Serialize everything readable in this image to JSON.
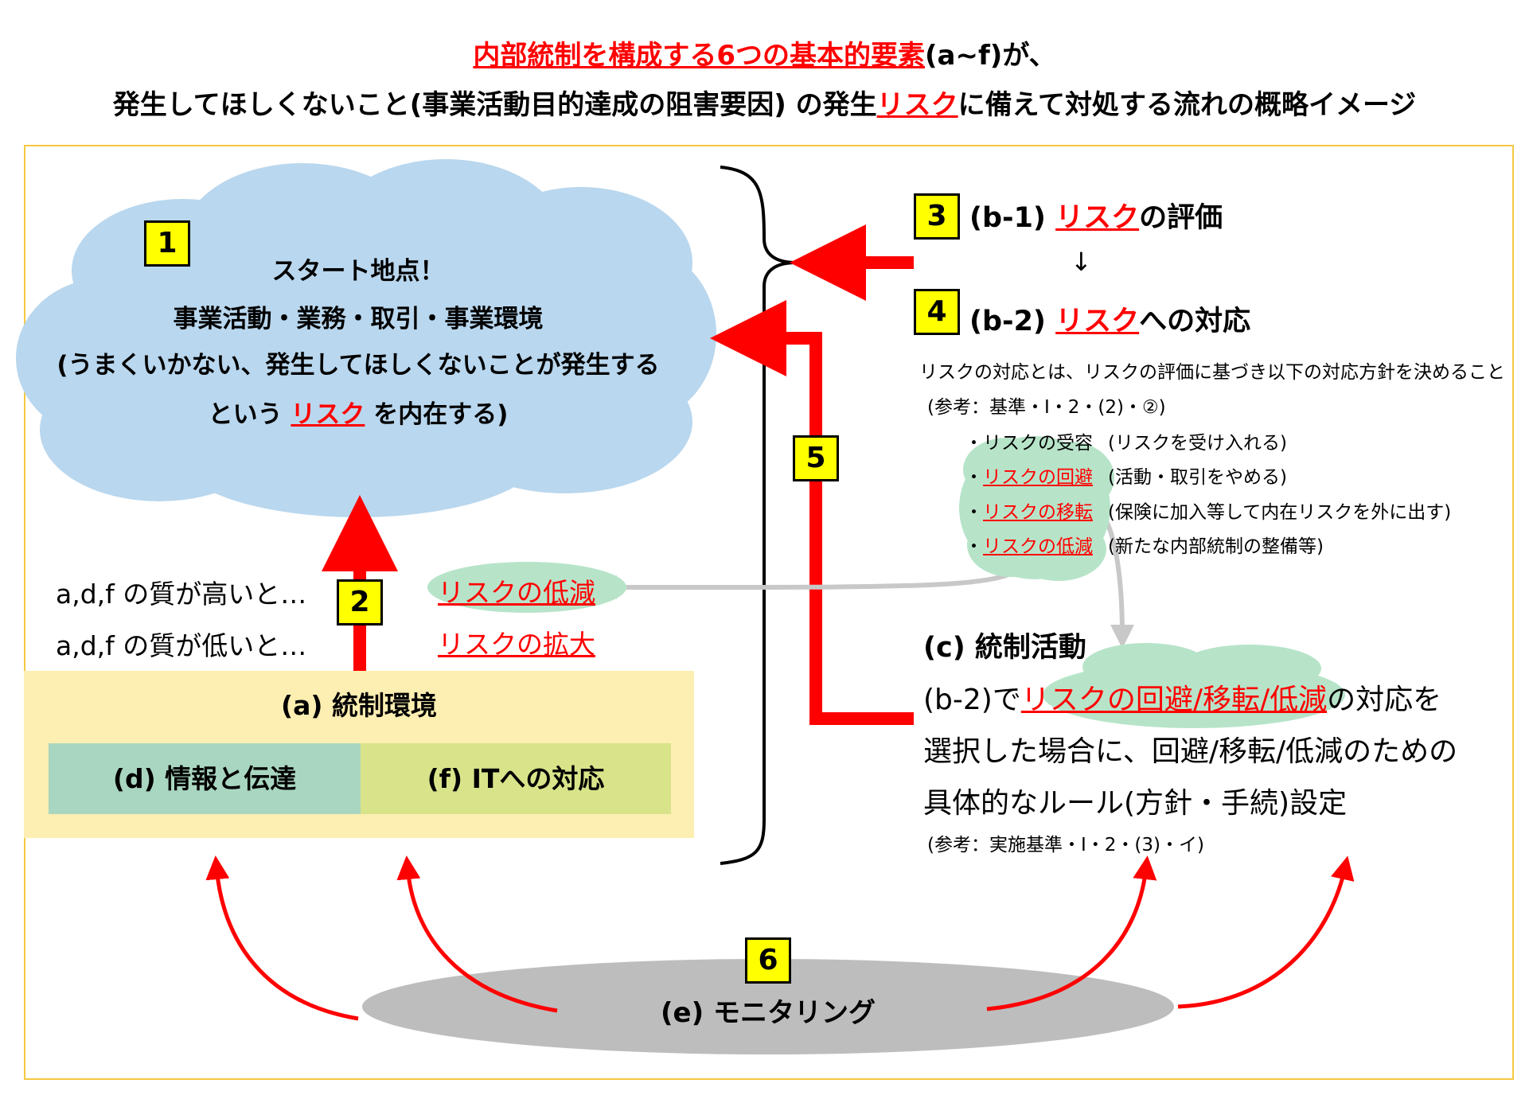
{
  "title": {
    "line1_red": "内部統制を構成する6つの基本的要素",
    "line1_rest": "(a~f)が、",
    "line2_pre": "発生してほしくないこと(事業活動目的達成の阻害要因) の発生",
    "line2_red": "リスク",
    "line2_post": "に備えて対処する流れの概略イメージ"
  },
  "steps": {
    "n1": "1",
    "n2": "2",
    "n3": "3",
    "n4": "4",
    "n5": "5",
    "n6": "6"
  },
  "cloud": {
    "line1": "スタート地点！",
    "line2": "事業活動・業務・取引・事業環境",
    "line3": "(うまくいかない、発生してほしくないことが発生する",
    "line4_pre": "という ",
    "line4_red": "リスク",
    "line4_post": " を内在する)"
  },
  "quality": {
    "high": "a,d,f の質が高いと…",
    "low": "a,d,f の質が低いと…",
    "reduce": "リスクの低減",
    "expand": "リスクの拡大"
  },
  "env": {
    "a": "(a) 統制環境",
    "d": "(d) 情報と伝達",
    "f": "(f) ITへの対応"
  },
  "b1": {
    "pre": "(b-1) ",
    "red": "リスク",
    "post": "の評価"
  },
  "down_arrow": "↓",
  "b2": {
    "pre": "(b-2) ",
    "red": "リスク",
    "post": "への対応"
  },
  "response": {
    "desc": "リスクの対応とは、リスクの評価に基づき以下の対応方針を決めること",
    "ref": "(参考：基準・Ⅰ・2・(2)・②)",
    "items": [
      {
        "label": "・リスクの受容",
        "note": "(リスクを受け入れる)",
        "red": false
      },
      {
        "label": "リスクの回避",
        "note": "(活動・取引をやめる)",
        "red": true
      },
      {
        "label": "リスクの移転",
        "note": "(保険に加入等して内在リスクを外に出す)",
        "red": true
      },
      {
        "label": "リスクの低減",
        "note": "(新たな内部統制の整備等)",
        "red": true
      }
    ]
  },
  "c": {
    "title": "(c) 統制活動",
    "line1_pre": "(b-2)で",
    "line1_red": "リスクの回避/移転/低減",
    "line1_post": "の対応を",
    "line2": "選択した場合に、回避/移転/低減のための",
    "line3": "具体的なルール(方針・手続)設定",
    "ref": "(参考：実施基準・Ⅰ・2・(3)・イ)"
  },
  "monitoring": "(e) モニタリング",
  "colors": {
    "red": "#ff0000",
    "cloud": "#b9d7ee",
    "env": "#fdeeb2",
    "green": "#b7e4c9",
    "ellipse": "#bdbdbd"
  }
}
